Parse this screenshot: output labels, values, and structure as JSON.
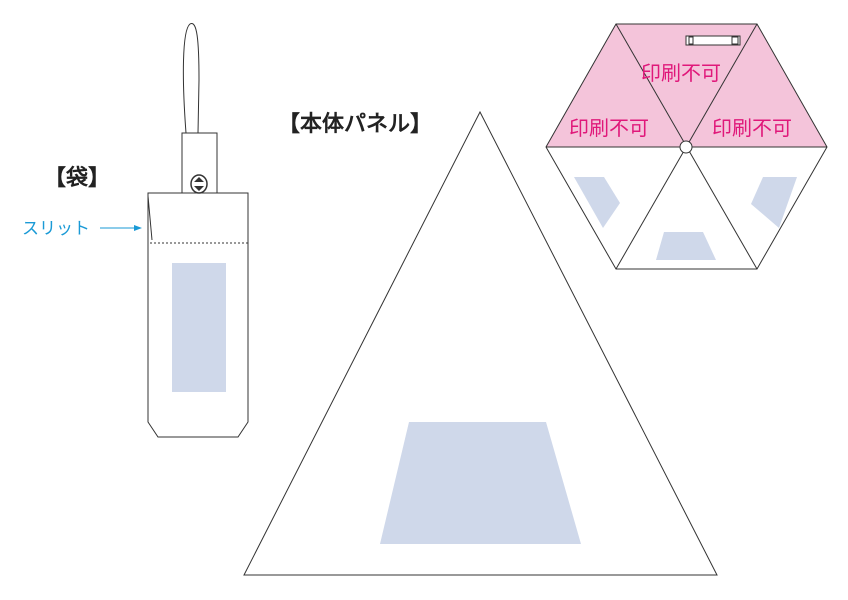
{
  "labels": {
    "bag": "【袋】",
    "slit": "スリット",
    "body_panel": "【本体パネル】",
    "no_print": [
      "印刷不可",
      "印刷不可",
      "印刷不可"
    ]
  },
  "colors": {
    "print_area": "#cfd8ea",
    "no_print_area": "#f4c4da",
    "no_print_text": "#e0187a",
    "slit_text": "#1a9ad6",
    "line": "#333333"
  }
}
